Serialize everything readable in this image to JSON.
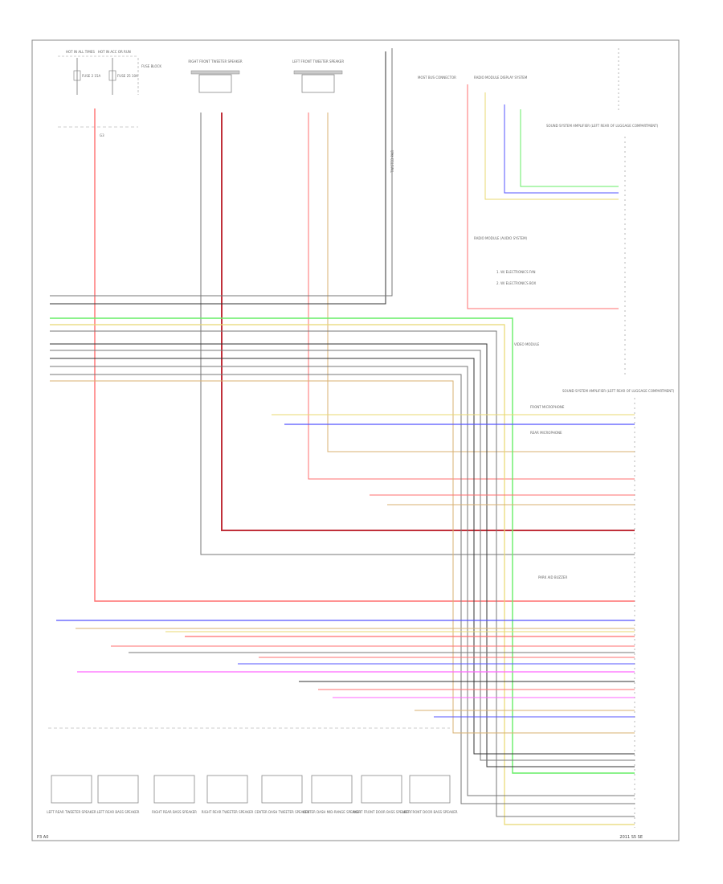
{
  "footer": {
    "left": "P3 A0",
    "right": "2011 S5 SE"
  },
  "fuse_block": {
    "top_left": "HOT IN ALL TIMES",
    "top_right": "HOT IN ACC OR RUN",
    "fuse_a": "FUSE 2 15A",
    "fuse_b": "FUSE 25 10A",
    "label": "FUSE BLOCK"
  },
  "tweeters": [
    {
      "name": "RIGHT FRONT TWEETER SPEAKER"
    },
    {
      "name": "LEFT FRONT TWEETER SPEAKER"
    }
  ],
  "ground_ref": "G3",
  "shield_note": "TWISTED PAIR",
  "amp_connectors": {
    "upper": "SOUND SYSTEM AMPLIFIER (LEFT REAR OF LUGGAGE COMPARTMENT)",
    "lower": "SOUND SYSTEM AMPLIFIER (LEFT REAR OF LUGGAGE COMPARTMENT)"
  },
  "notes": {
    "n1": "1. W/ ELECTRONICS FAN",
    "n2": "2. W/ ELECTRONICS BOX"
  },
  "modules": [
    {
      "name": "MOST BUS CONNECTOR"
    },
    {
      "name": "RADIO MODULE DISPLAY SYSTEM"
    },
    {
      "name": "RADIO MODULE (AUDIO SYSTEM)"
    },
    {
      "name": "VIDEO MODULE"
    },
    {
      "name": "FRONT MICROPHONE"
    },
    {
      "name": "REAR MICROPHONE"
    },
    {
      "name": "PARK AID BUZZER"
    }
  ],
  "speakers": [
    {
      "name": "LEFT REAR TWEETER SPEAKER"
    },
    {
      "name": "LEFT REAR BASS SPEAKER"
    },
    {
      "name": "RIGHT REAR BASS SPEAKER"
    },
    {
      "name": "RIGHT REAR TWEETER SPEAKER"
    },
    {
      "name": "CENTER DASH TWEETER SPEAKER"
    },
    {
      "name": "CENTER DASH MID-RANGE SPEAKER"
    },
    {
      "name": "RIGHT FRONT DOOR BASS SPEAKER"
    },
    {
      "name": "LEFT FRONT DOOR BASS SPEAKER"
    }
  ],
  "colors": {
    "red": "#ff6f6f",
    "dark_red": "#c0303a",
    "green": "#66ee66",
    "blue": "#5555ff",
    "yellow": "#e8d870",
    "tan": "#d8b070",
    "pink": "#ff66ff",
    "gray": "#777777",
    "dark": "#333333",
    "frame": "#888888"
  }
}
